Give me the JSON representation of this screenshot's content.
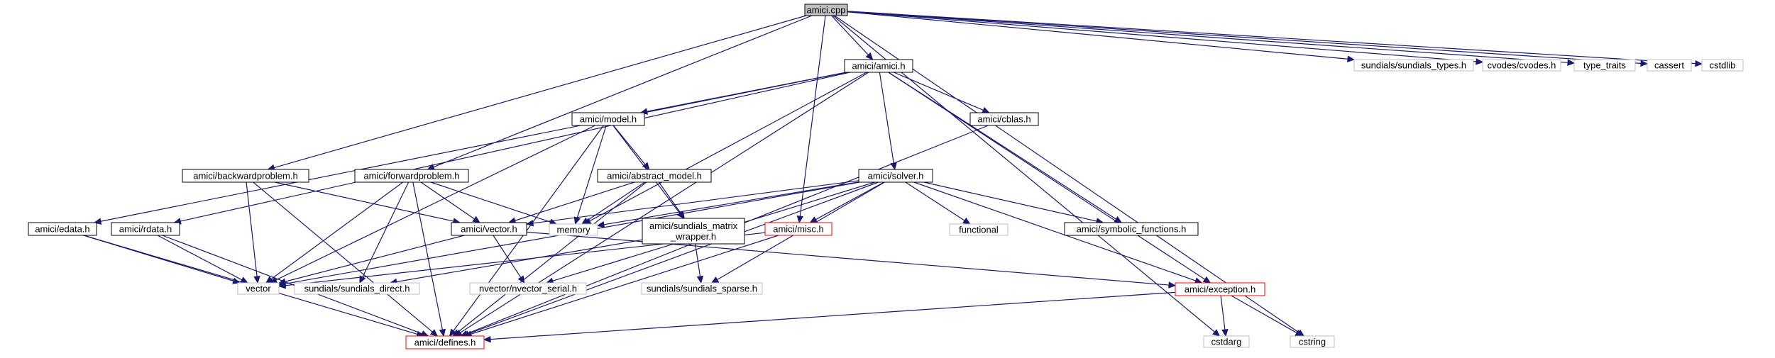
{
  "colors": {
    "edge": "#191970",
    "root_fill": "#bfbfbf",
    "border_default": "#000000",
    "border_truncated": "#ff0000",
    "border_external": "#bfbfbf",
    "background": "#ffffff"
  },
  "nodes": [
    {
      "id": "root",
      "label": "amici.cpp",
      "style": "root"
    },
    {
      "id": "amici_h",
      "label": "amici/amici.h",
      "style": "default"
    },
    {
      "id": "sundials_types",
      "label": "sundials/sundials_types.h",
      "style": "external"
    },
    {
      "id": "cvodes",
      "label": "cvodes/cvodes.h",
      "style": "external"
    },
    {
      "id": "type_traits",
      "label": "type_traits",
      "style": "external"
    },
    {
      "id": "cassert",
      "label": "cassert",
      "style": "external"
    },
    {
      "id": "cstdlib",
      "label": "cstdlib",
      "style": "external"
    },
    {
      "id": "model_h",
      "label": "amici/model.h",
      "style": "default"
    },
    {
      "id": "cblas_h",
      "label": "amici/cblas.h",
      "style": "default"
    },
    {
      "id": "backward_h",
      "label": "amici/backwardproblem.h",
      "style": "default"
    },
    {
      "id": "forward_h",
      "label": "amici/forwardproblem.h",
      "style": "default"
    },
    {
      "id": "abstract_h",
      "label": "amici/abstract_model.h",
      "style": "default"
    },
    {
      "id": "solver_h",
      "label": "amici/solver.h",
      "style": "default"
    },
    {
      "id": "edata_h",
      "label": "amici/edata.h",
      "style": "default"
    },
    {
      "id": "rdata_h",
      "label": "amici/rdata.h",
      "style": "default"
    },
    {
      "id": "vector_h",
      "label": "amici/vector.h",
      "style": "default"
    },
    {
      "id": "memory",
      "label": "memory",
      "style": "external"
    },
    {
      "id": "smw_h",
      "label": "amici/sundials_matrix\n_wrapper.h",
      "style": "default"
    },
    {
      "id": "misc_h",
      "label": "amici/misc.h",
      "style": "truncated"
    },
    {
      "id": "functional",
      "label": "functional",
      "style": "external"
    },
    {
      "id": "symbolic_h",
      "label": "amici/symbolic_functions.h",
      "style": "default"
    },
    {
      "id": "vector",
      "label": "vector",
      "style": "external"
    },
    {
      "id": "sundials_direct",
      "label": "sundials/sundials_direct.h",
      "style": "external"
    },
    {
      "id": "nvector_serial",
      "label": "nvector/nvector_serial.h",
      "style": "external"
    },
    {
      "id": "sundials_sparse",
      "label": "sundials/sundials_sparse.h",
      "style": "external"
    },
    {
      "id": "exception_h",
      "label": "amici/exception.h",
      "style": "truncated"
    },
    {
      "id": "defines_h",
      "label": "amici/defines.h",
      "style": "truncated"
    },
    {
      "id": "cstdarg",
      "label": "cstdarg",
      "style": "external"
    },
    {
      "id": "cstring",
      "label": "cstring",
      "style": "external"
    }
  ],
  "edges": [
    [
      "root",
      "amici_h"
    ],
    [
      "root",
      "sundials_types"
    ],
    [
      "root",
      "cvodes"
    ],
    [
      "root",
      "type_traits"
    ],
    [
      "root",
      "cassert"
    ],
    [
      "root",
      "cstdlib"
    ],
    [
      "root",
      "backward_h"
    ],
    [
      "root",
      "forward_h"
    ],
    [
      "root",
      "misc_h"
    ],
    [
      "root",
      "cstdarg"
    ],
    [
      "root",
      "cstring"
    ],
    [
      "amici_h",
      "model_h"
    ],
    [
      "amici_h",
      "cblas_h"
    ],
    [
      "amici_h",
      "solver_h"
    ],
    [
      "amici_h",
      "edata_h"
    ],
    [
      "amici_h",
      "rdata_h"
    ],
    [
      "amici_h",
      "defines_h"
    ],
    [
      "amici_h",
      "memory"
    ],
    [
      "amici_h",
      "symbolic_h"
    ],
    [
      "amici_h",
      "exception_h"
    ],
    [
      "model_h",
      "abstract_h"
    ],
    [
      "model_h",
      "smw_h"
    ],
    [
      "model_h",
      "vector"
    ],
    [
      "model_h",
      "memory"
    ],
    [
      "model_h",
      "defines_h"
    ],
    [
      "cblas_h",
      "defines_h"
    ],
    [
      "backward_h",
      "vector_h"
    ],
    [
      "backward_h",
      "vector"
    ],
    [
      "backward_h",
      "defines_h"
    ],
    [
      "forward_h",
      "vector_h"
    ],
    [
      "forward_h",
      "memory"
    ],
    [
      "forward_h",
      "vector"
    ],
    [
      "forward_h",
      "sundials_direct"
    ],
    [
      "forward_h",
      "defines_h"
    ],
    [
      "abstract_h",
      "vector_h"
    ],
    [
      "abstract_h",
      "memory"
    ],
    [
      "abstract_h",
      "smw_h"
    ],
    [
      "abstract_h",
      "defines_h"
    ],
    [
      "solver_h",
      "vector_h"
    ],
    [
      "solver_h",
      "memory"
    ],
    [
      "solver_h",
      "misc_h"
    ],
    [
      "solver_h",
      "functional"
    ],
    [
      "solver_h",
      "symbolic_h"
    ],
    [
      "solver_h",
      "exception_h"
    ],
    [
      "solver_h",
      "nvector_serial"
    ],
    [
      "solver_h",
      "sundials_sparse"
    ],
    [
      "solver_h",
      "vector"
    ],
    [
      "solver_h",
      "defines_h"
    ],
    [
      "edata_h",
      "vector"
    ],
    [
      "edata_h",
      "defines_h"
    ],
    [
      "rdata_h",
      "vector"
    ],
    [
      "rdata_h",
      "defines_h"
    ],
    [
      "vector_h",
      "vector"
    ],
    [
      "vector_h",
      "nvector_serial"
    ],
    [
      "vector_h",
      "exception_h"
    ],
    [
      "smw_h",
      "sundials_direct"
    ],
    [
      "smw_h",
      "sundials_sparse"
    ],
    [
      "misc_h",
      "vector"
    ],
    [
      "misc_h",
      "defines_h"
    ],
    [
      "exception_h",
      "defines_h"
    ],
    [
      "exception_h",
      "cstdarg"
    ],
    [
      "exception_h",
      "cstring"
    ]
  ]
}
